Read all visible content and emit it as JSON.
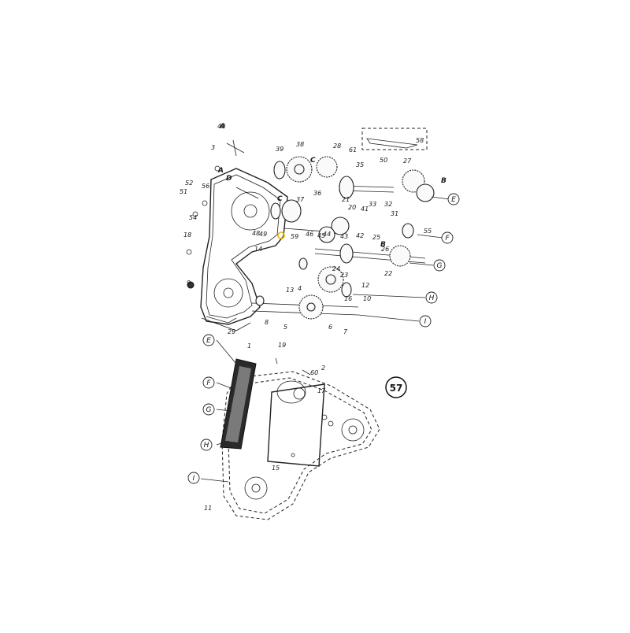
{
  "figure_number": "57",
  "section_letters": [
    "A",
    "B",
    "C",
    "D"
  ],
  "callout_letters": [
    "E",
    "F",
    "G",
    "H",
    "I"
  ],
  "part_numbers_upper": [
    "40",
    "3",
    "39",
    "38",
    "28",
    "61",
    "35",
    "50",
    "27",
    "58",
    "52",
    "56",
    "51",
    "54",
    "18",
    "9",
    "37",
    "21",
    "20",
    "41",
    "32",
    "33",
    "31",
    "49",
    "59",
    "44",
    "46",
    "43",
    "42",
    "55",
    "25",
    "26",
    "10",
    "14",
    "22",
    "24",
    "23",
    "16",
    "12",
    "13",
    "4",
    "5",
    "6",
    "7",
    "8",
    "29",
    "48",
    "36",
    "45"
  ],
  "part_numbers_lower": [
    "1",
    "19",
    "2",
    "60",
    "17",
    "15",
    "11"
  ],
  "colors": {
    "line": "#222222",
    "highlight": "#e8b800",
    "background": "#ffffff"
  }
}
